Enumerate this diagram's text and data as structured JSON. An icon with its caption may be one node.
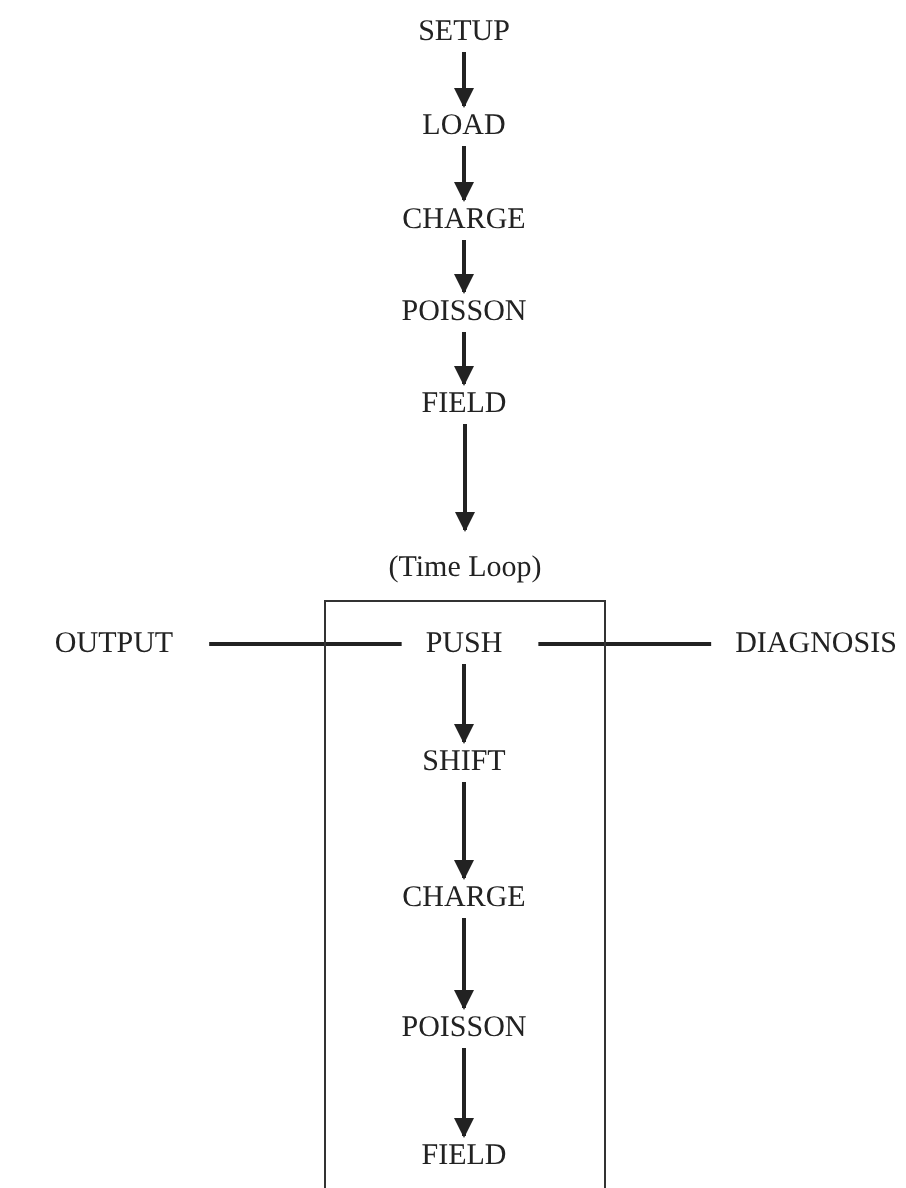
{
  "diagram": {
    "nodes": [
      {
        "text": [
          "SETUP"
        ]
      },
      {
        "text": [
          "LOAD"
        ]
      },
      {
        "text": [
          "CHARGE"
        ]
      },
      {
        "text": [
          "POISSON"
        ]
      },
      {
        "text": [
          "FIELD"
        ]
      },
      {
        "text": [
          "(Time Loop)"
        ]
      },
      {
        "text": [
          "PUSH"
        ],
        "in": 5
      },
      {
        "text": [
          "SHIFT"
        ],
        "in": 5
      },
      {
        "text": [
          "CHARGE"
        ],
        "in": 5
      },
      {
        "text": [
          "POISSON"
        ],
        "in": 5
      },
      {
        "text": [
          "FIELD"
        ],
        "in": 5
      },
      {
        "text": [
          "OUTPUT"
        ]
      },
      {
        "text": [
          "DIAGNOSIS"
        ]
      }
    ],
    "edges": [
      {
        "from": 0,
        "to": 1,
        "arrow": "to"
      },
      {
        "from": 1,
        "to": 2,
        "arrow": "to"
      },
      {
        "from": 2,
        "to": 3,
        "arrow": "to"
      },
      {
        "from": 3,
        "to": 4,
        "arrow": "to"
      },
      {
        "from": 4,
        "to": 5,
        "arrow": "to"
      },
      {
        "from": 6,
        "to": 7,
        "arrow": "to"
      },
      {
        "from": 7,
        "to": 8,
        "arrow": "to"
      },
      {
        "from": 8,
        "to": 9,
        "arrow": "to"
      },
      {
        "from": 9,
        "to": 10,
        "arrow": "to"
      },
      {
        "from": 11,
        "to": 6,
        "arrow": "none"
      },
      {
        "from": 6,
        "to": 12,
        "arrow": "none"
      }
    ]
  }
}
